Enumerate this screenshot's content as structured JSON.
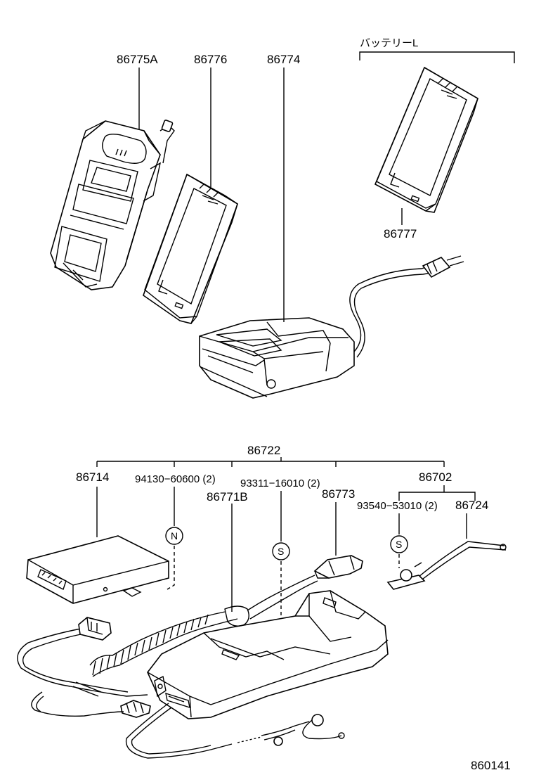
{
  "labels": {
    "p86775A": "86775A",
    "p86776": "86776",
    "p86774": "86774",
    "battery_group": "バッテリーL",
    "p86777": "86777",
    "p86722": "86722",
    "p86714": "86714",
    "p94130": "94130−60600 (2)",
    "p86771B": "86771B",
    "p93311": "93311−16010 (2)",
    "p86773": "86773",
    "p86702": "86702",
    "p93540": "93540−53010 (2)",
    "p86724": "86724",
    "figure_number": "860141"
  },
  "symbols": {
    "nut": "N",
    "screw_1": "S",
    "screw_2": "S"
  }
}
